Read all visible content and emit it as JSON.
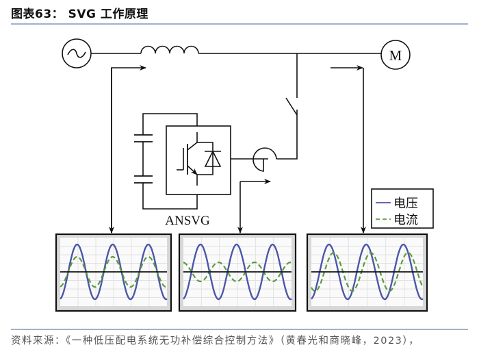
{
  "header": {
    "title": "图表63： SVG 工作原理"
  },
  "diagram": {
    "source_symbol": "~",
    "motor_label": "M",
    "device_label": "ANSVG",
    "legend": [
      {
        "label": "电压",
        "style": "solid",
        "color": "#4b56a8"
      },
      {
        "label": "电流",
        "style": "dashed",
        "color": "#5d9a3e"
      }
    ],
    "scopes": [
      {
        "name": "source-side",
        "voltage_amp": 1.0,
        "current_amp": 0.55,
        "current_phase_deg": 0,
        "cycles": 3
      },
      {
        "name": "svg-output",
        "voltage_amp": 1.0,
        "current_amp": 0.35,
        "current_phase_deg": 180,
        "cycles": 3
      },
      {
        "name": "load-side",
        "voltage_amp": 1.0,
        "current_amp": 0.7,
        "current_phase_deg": -45,
        "cycles": 3
      }
    ]
  },
  "footer": {
    "source": "资料来源：《一种低压配电系统无功补偿综合控制方法》（黄春光和商晓峰，2023），"
  }
}
